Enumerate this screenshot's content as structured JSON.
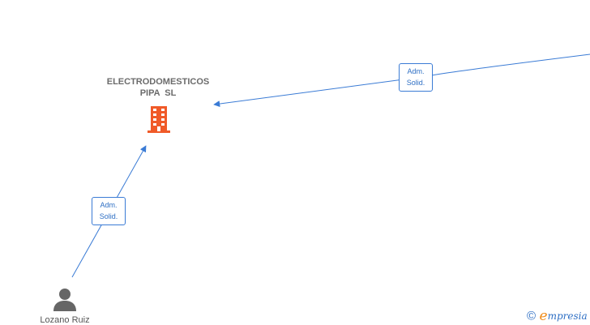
{
  "company": {
    "name_line1": "ELECTRODOMESTICOS",
    "name_line2": "PIPA  SL",
    "icon": "building-icon",
    "color": "#f05a28"
  },
  "edges": [
    {
      "from": "offscreen-right",
      "to": "company",
      "role_line1": "Adm.",
      "role_line2": "Solid."
    },
    {
      "from": "person",
      "to": "company",
      "role_line1": "Adm.",
      "role_line2": "Solid."
    }
  ],
  "person": {
    "name": "Lozano Ruiz",
    "icon": "person-icon"
  },
  "brand": {
    "copyright": "©",
    "logo_first": "e",
    "logo_rest": "mpresia"
  },
  "colors": {
    "edge": "#3a7bd5",
    "company_text": "#6b6b6b",
    "person_icon": "#666666",
    "brand_accent": "#f08c1a"
  }
}
